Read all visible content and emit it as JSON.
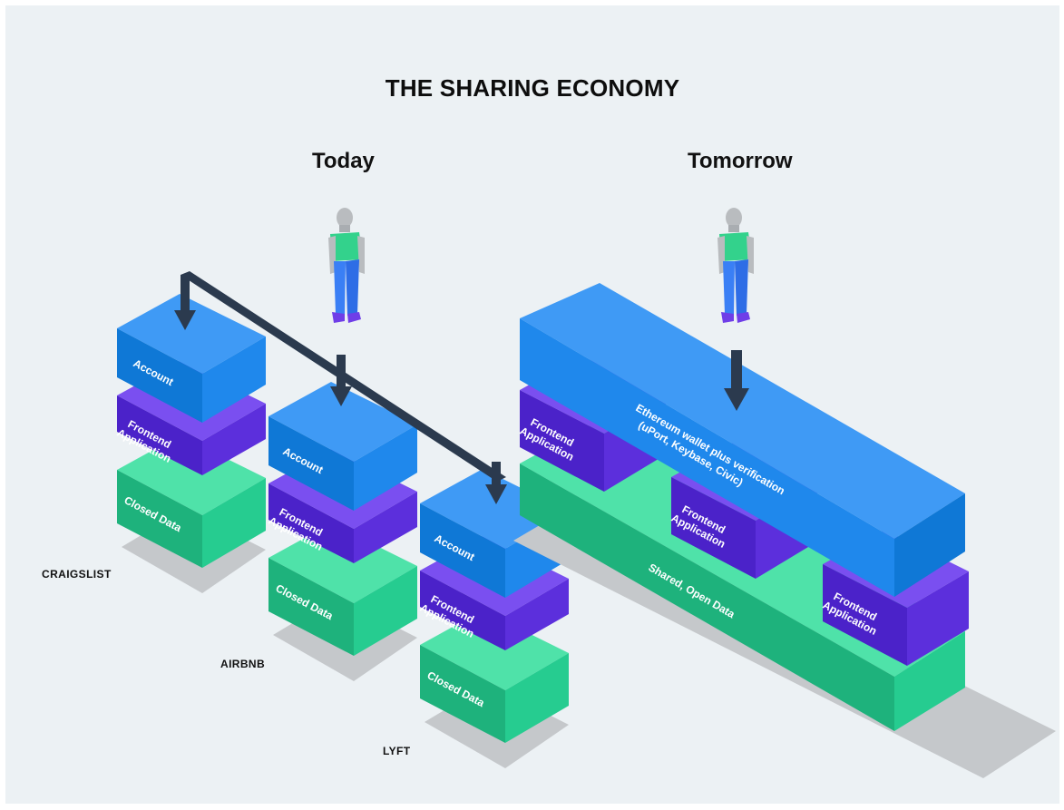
{
  "title": "THE SHARING ECONOMY",
  "today": {
    "heading": "Today",
    "stacks": [
      {
        "name": "CRAIGSLIST",
        "layers": {
          "account": "Account",
          "frontend": [
            "Frontend",
            "Application"
          ],
          "data": "Closed Data"
        }
      },
      {
        "name": "AIRBNB",
        "layers": {
          "account": "Account",
          "frontend": [
            "Frontend",
            "Application"
          ],
          "data": "Closed Data"
        }
      },
      {
        "name": "LYFT",
        "layers": {
          "account": "Account",
          "frontend": [
            "Frontend",
            "Application"
          ],
          "data": "Closed Data"
        }
      }
    ]
  },
  "tomorrow": {
    "heading": "Tomorrow",
    "wallet": [
      "Ethereum wallet plus verification",
      "(uPort, Keybase, Civic)"
    ],
    "frontends": [
      [
        "Frontend",
        "Application"
      ],
      [
        "Frontend",
        "Application"
      ],
      [
        "Frontend",
        "Application"
      ]
    ],
    "shared_data": "Shared, Open Data"
  },
  "colors": {
    "account_top": "#3f9af5",
    "account_front": "#0f78d6",
    "account_side": "#1f88ec",
    "frontend_top": "#7a4ff0",
    "frontend_front": "#4b22c9",
    "frontend_side": "#5c2fdc",
    "data_top": "#4fe2a9",
    "data_front": "#1eb27c",
    "data_side": "#26cc90",
    "arrow": "#2b3a4e",
    "shadow": "#c5c8cb"
  }
}
